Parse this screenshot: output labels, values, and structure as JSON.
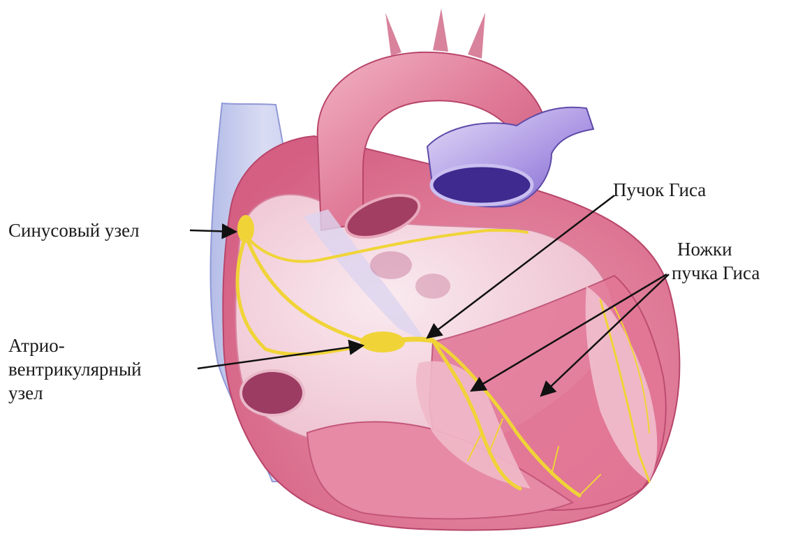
{
  "labels": {
    "sa_node": "Синусовый узел",
    "av_node": [
      "Атрио-",
      "вентрикулярный",
      "узел"
    ],
    "bundle_of_his": "Пучок Гиса",
    "bundle_branches": [
      "Ножки",
      "пучка Гиса"
    ]
  },
  "colors": {
    "background": "#ffffff",
    "myocardium": "#e37a96",
    "inner_chamber": "#f3d3df",
    "vena_cava": "#c9cdee",
    "pulmonary_artery": "#8f7ad6",
    "aorta": "#e5839e",
    "conduction_system": "#f0d437",
    "arrow": "#111111",
    "text": "#1a1a1a"
  },
  "icons": [
    "heart-illustration",
    "arrow-pointer"
  ]
}
